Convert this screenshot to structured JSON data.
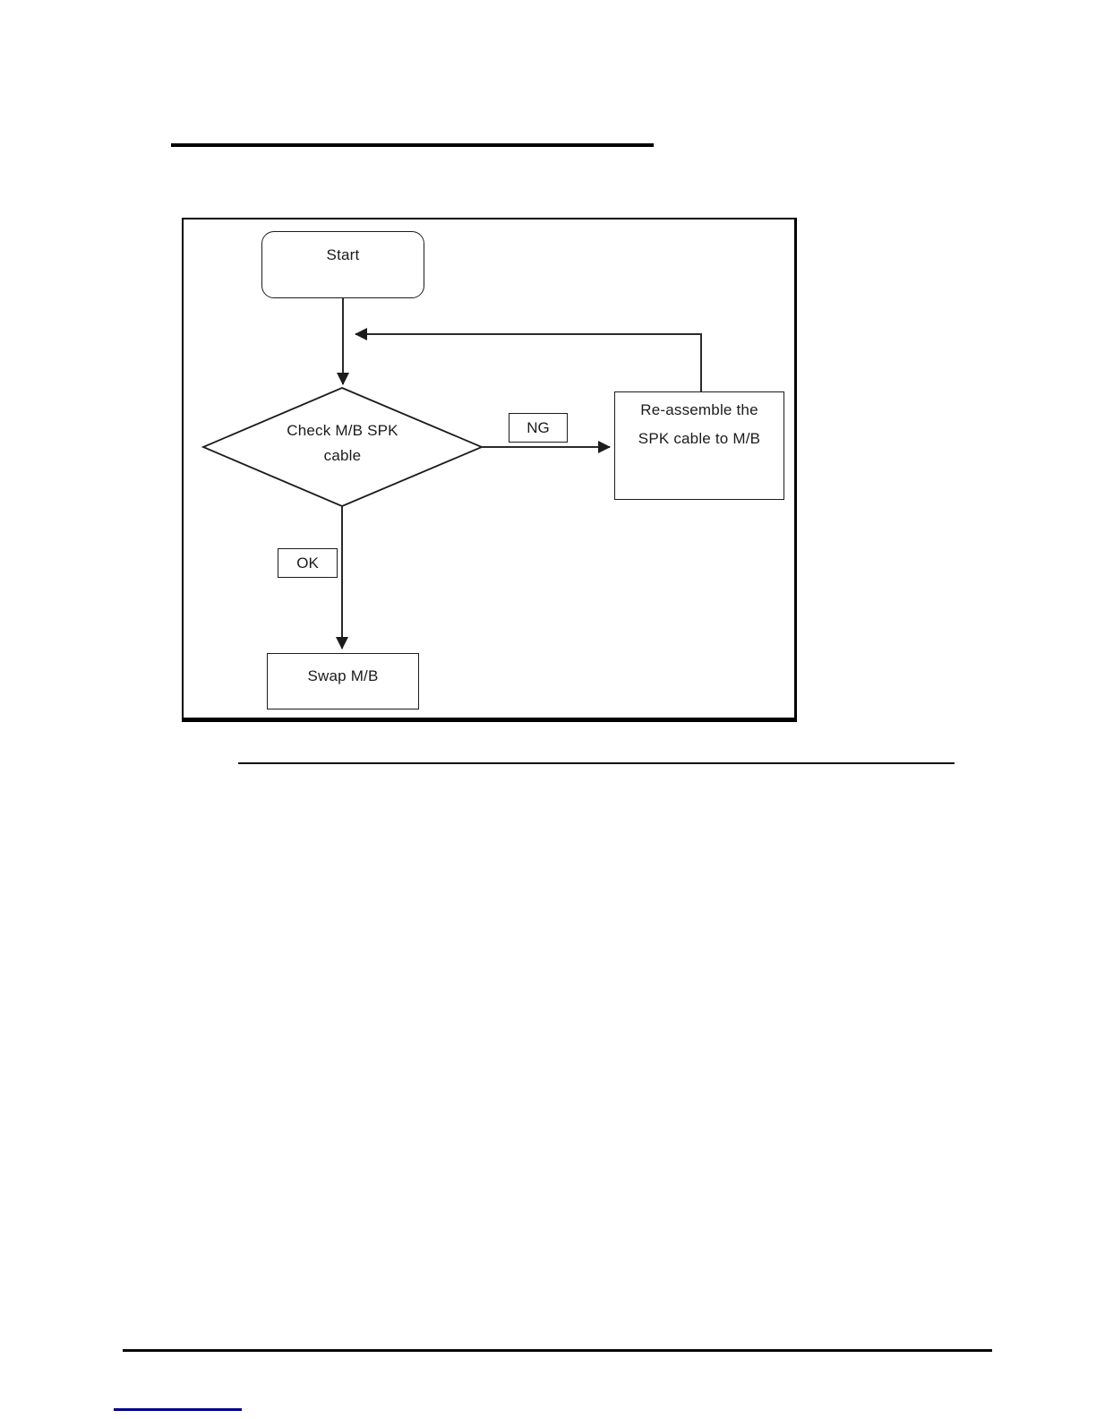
{
  "colors": {
    "ink": "#1a1a1a",
    "link_underline": "#00008b"
  },
  "flowchart": {
    "start": {
      "label": "Start"
    },
    "decision": {
      "line1": "Check M/B SPK",
      "line2": "cable"
    },
    "ng_badge": {
      "label": "NG"
    },
    "ok_badge": {
      "label": "OK"
    },
    "reassemble": {
      "line1": "Re-assemble the",
      "line2": "SPK cable to M/B"
    },
    "swap": {
      "label": "Swap M/B"
    }
  }
}
